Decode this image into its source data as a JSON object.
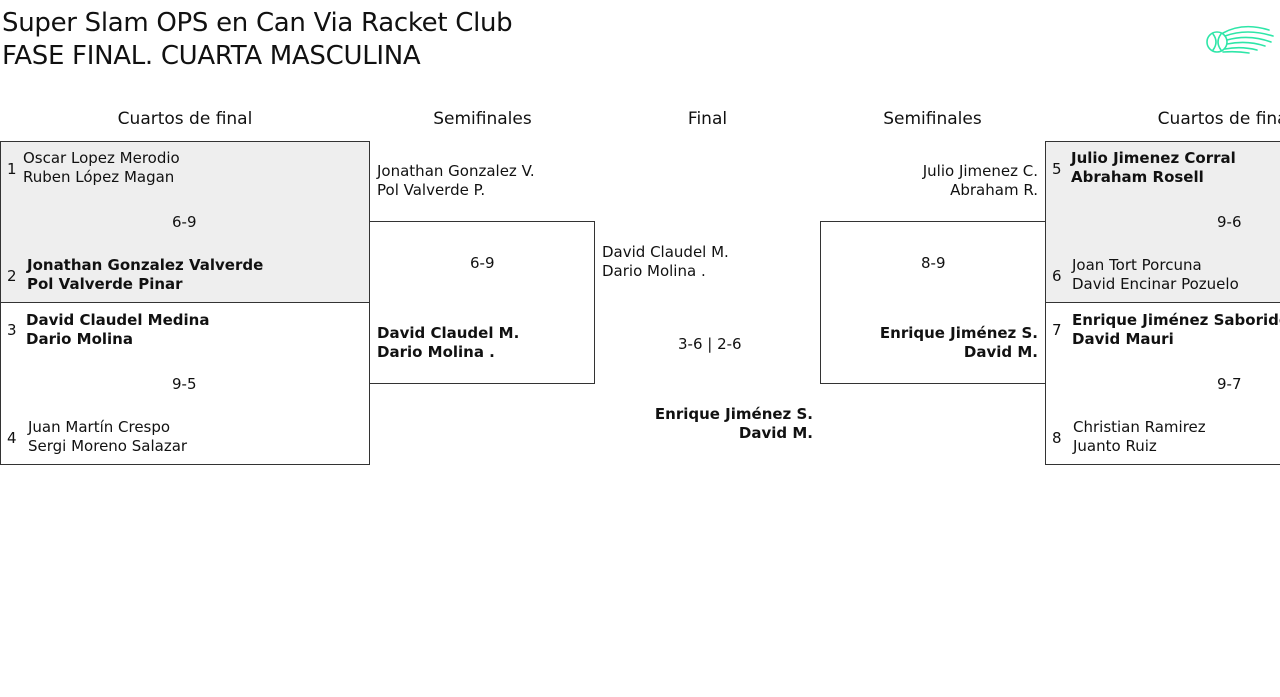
{
  "header": {
    "title": "Super Slam OPS en Can Via Racket Club",
    "subtitle": "FASE FINAL. CUARTA MASCULINA"
  },
  "logo": {
    "icon": "tennis-ball-logo-icon",
    "color": "#2ee6a8"
  },
  "columns": {
    "left_quarters": "Cuartos de final",
    "left_semis": "Semifinales",
    "final": "Final",
    "right_semis": "Semifinales",
    "right_quarters": "Cuartos de final"
  },
  "left_quarters": [
    {
      "score": "6-9",
      "top": {
        "seed": "1",
        "player1": "Oscar Lopez Merodio",
        "player2": "Ruben López Magan"
      },
      "bottom": {
        "seed": "2",
        "player1": "Jonathan Gonzalez Valverde",
        "player2": "Pol Valverde Pinar"
      }
    },
    {
      "score": "9-5",
      "top": {
        "seed": "3",
        "player1": "David Claudel Medina",
        "player2": "Dario Molina"
      },
      "bottom": {
        "seed": "4",
        "player1": "Juan Martín Crespo",
        "player2": "Sergi Moreno Salazar"
      }
    }
  ],
  "left_semi": {
    "score": "6-9",
    "top": {
      "player1": "Jonathan Gonzalez V.",
      "player2": "Pol Valverde P."
    },
    "bottom": {
      "player1": "David Claudel M.",
      "player2": "Dario Molina ."
    }
  },
  "final": {
    "score": "3-6 | 2-6",
    "top": {
      "player1": "David Claudel M.",
      "player2": "Dario Molina ."
    },
    "bottom": {
      "player1": "Enrique Jiménez S.",
      "player2": "David M."
    }
  },
  "right_semi": {
    "score": "8-9",
    "top": {
      "player1": "Julio Jimenez C.",
      "player2": "Abraham R."
    },
    "bottom": {
      "player1": "Enrique Jiménez S.",
      "player2": "David M."
    }
  },
  "right_quarters": [
    {
      "score": "9-6",
      "top": {
        "seed": "5",
        "player1": "Julio Jimenez Corral",
        "player2": "Abraham Rosell"
      },
      "bottom": {
        "seed": "6",
        "player1": "Joan Tort Porcuna",
        "player2": "David Encinar Pozuelo"
      }
    },
    {
      "score": "9-7",
      "top": {
        "seed": "7",
        "player1": "Enrique Jiménez Saborido",
        "player2": "David Mauri"
      },
      "bottom": {
        "seed": "8",
        "player1": "Christian Ramirez",
        "player2": "Juanto Ruiz"
      }
    }
  ]
}
